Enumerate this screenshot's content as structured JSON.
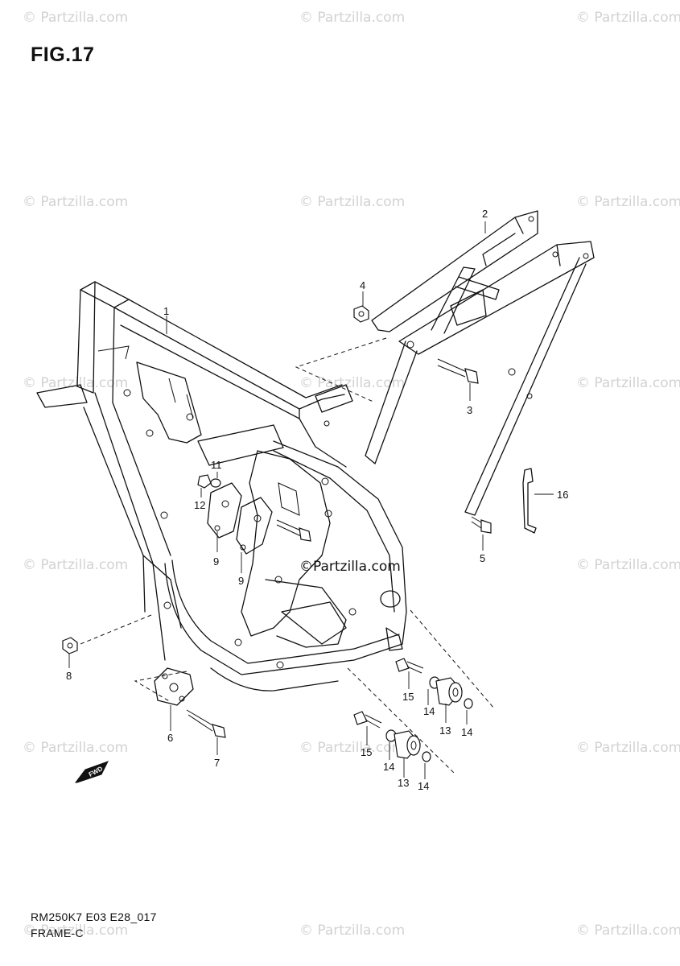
{
  "figure": {
    "title": "FIG.17",
    "code": "RM250K7 E03 E28_017",
    "name": "FRAME-C"
  },
  "watermark": {
    "text": "© Partzilla.com",
    "center_text": "©Partzilla.com"
  },
  "callouts": [
    {
      "id": "1",
      "label": "1"
    },
    {
      "id": "2",
      "label": "2"
    },
    {
      "id": "3",
      "label": "3"
    },
    {
      "id": "4",
      "label": "4"
    },
    {
      "id": "5",
      "label": "5"
    },
    {
      "id": "6",
      "label": "6"
    },
    {
      "id": "7",
      "label": "7"
    },
    {
      "id": "8",
      "label": "8"
    },
    {
      "id": "9a",
      "label": "9"
    },
    {
      "id": "9b",
      "label": "9"
    },
    {
      "id": "11",
      "label": "11"
    },
    {
      "id": "12",
      "label": "12"
    },
    {
      "id": "13a",
      "label": "13"
    },
    {
      "id": "13b",
      "label": "13"
    },
    {
      "id": "14a",
      "label": "14"
    },
    {
      "id": "14b",
      "label": "14"
    },
    {
      "id": "14c",
      "label": "14"
    },
    {
      "id": "14d",
      "label": "14"
    },
    {
      "id": "15a",
      "label": "15"
    },
    {
      "id": "15b",
      "label": "15"
    },
    {
      "id": "16",
      "label": "16"
    }
  ],
  "direction_marker": "FWD",
  "colors": {
    "line": "#111111",
    "watermark": "#d2d2d2",
    "background": "#ffffff"
  }
}
